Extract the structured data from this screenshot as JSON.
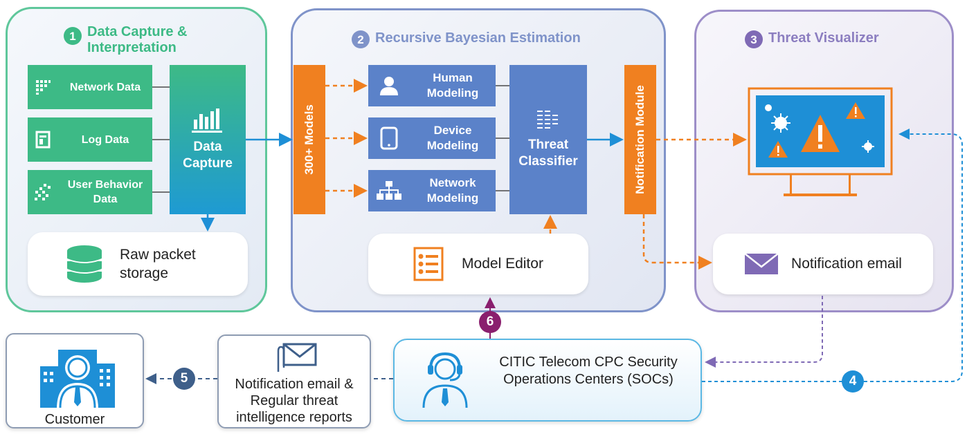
{
  "panel1": {
    "number": "1",
    "title": "Data Capture & Interpretation",
    "sources": [
      {
        "icon": "grid-icon",
        "label": "Network Data"
      },
      {
        "icon": "document-icon",
        "label": "Log Data"
      },
      {
        "icon": "scatter-icon",
        "label": "User Behavior Data"
      }
    ],
    "capture_label": "Data Capture",
    "storage_label": "Raw packet storage"
  },
  "panel2": {
    "number": "2",
    "title": "Recursive Bayesian Estimation",
    "models_count_label": "300+ Models",
    "models": [
      {
        "icon": "person-icon",
        "label": "Human Modeling"
      },
      {
        "icon": "tablet-icon",
        "label": "Device Modeling"
      },
      {
        "icon": "network-icon",
        "label": "Network Modeling"
      }
    ],
    "classifier_label": "Threat Classifier",
    "notification_module_label": "Notification Module",
    "model_editor_label": "Model Editor"
  },
  "panel3": {
    "number": "3",
    "title": "Threat Visualizer",
    "email_label": "Notification email"
  },
  "bottom": {
    "soc_label": "CITIC Telecom CPC Security Operations Centers (SOCs)",
    "reports_label": "Notification email & Regular threat intelligence reports",
    "customer_label": "Customer",
    "step4": "4",
    "step5": "5",
    "step6": "6"
  },
  "colors": {
    "green": "#3dba86",
    "blue_model": "#5b82c9",
    "orange": "#f08020",
    "arrow_blue": "#1e8fd6",
    "purple": "#7f6ab5",
    "magenta": "#8a1f6e",
    "navy": "#3e5f8a"
  }
}
